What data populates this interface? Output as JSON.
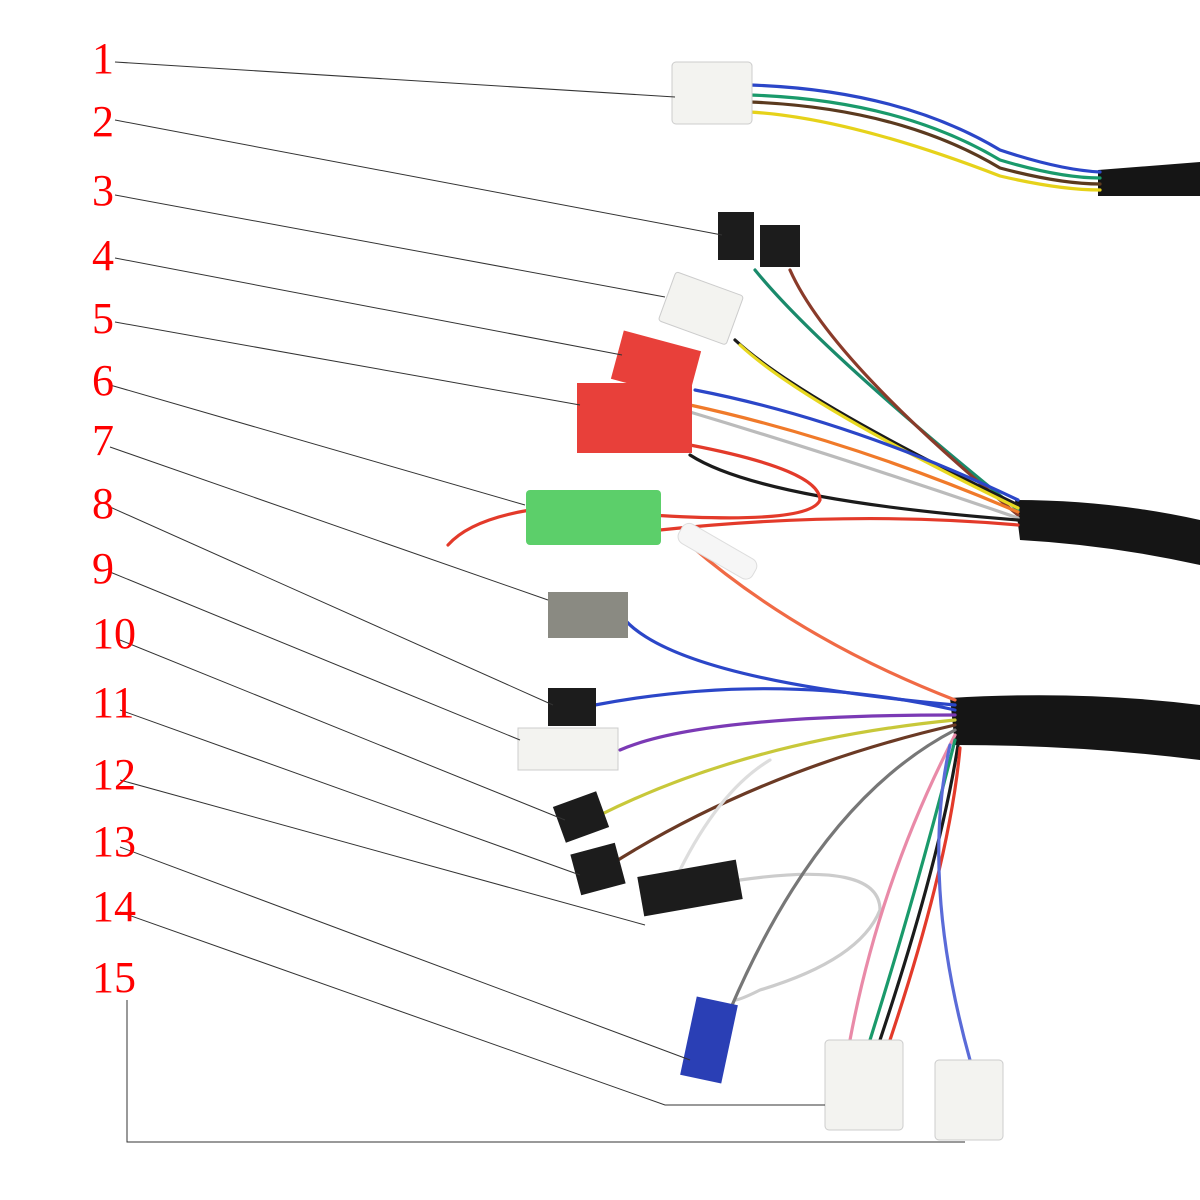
{
  "callouts": [
    {
      "label": "1"
    },
    {
      "label": "2"
    },
    {
      "label": "3"
    },
    {
      "label": "4"
    },
    {
      "label": "5"
    },
    {
      "label": "6"
    },
    {
      "label": "7"
    },
    {
      "label": "8"
    },
    {
      "label": "9"
    },
    {
      "label": "10"
    },
    {
      "label": "11"
    },
    {
      "label": "12"
    },
    {
      "label": "13"
    },
    {
      "label": "14"
    },
    {
      "label": "15"
    }
  ],
  "colors": {
    "label": "#ff0000",
    "cable": "#111111",
    "red_connector": "#e8403a",
    "green_connector": "#5ccf6a",
    "gray_connector": "#8a8a82",
    "blue_connector": "#2a3fb5",
    "white_connector": "#f3f3f0"
  }
}
